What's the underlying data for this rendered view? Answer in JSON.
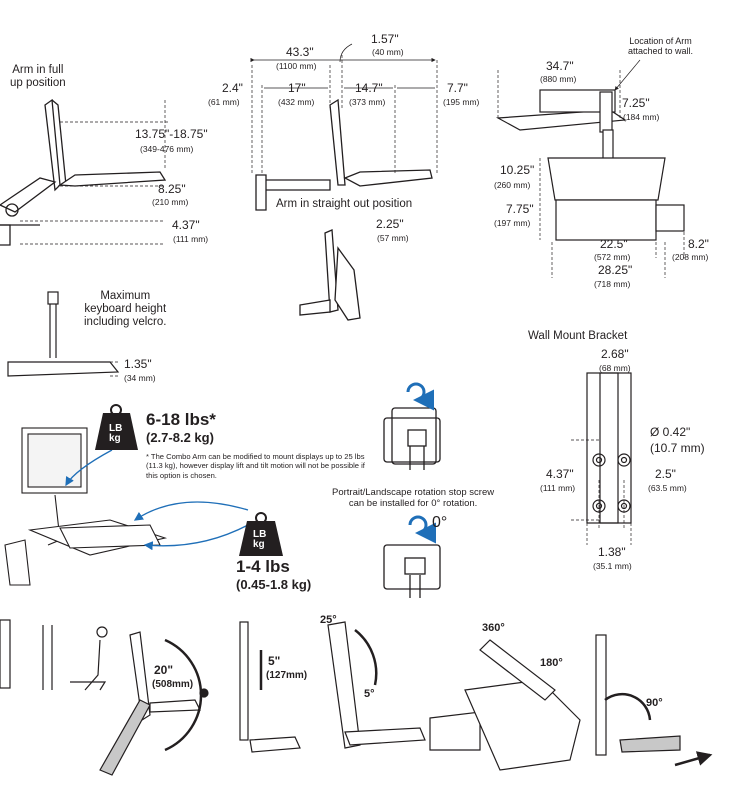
{
  "top_left": {
    "title": "Arm in full up position",
    "title_l1": "Arm in full",
    "title_l2": "up position",
    "d1_in": "13.75\"-18.75\"",
    "d1_mm": "(349-476 mm)",
    "d2_in": "8.25\"",
    "d2_mm": "(210 mm)",
    "d3_in": "4.37\"",
    "d3_mm": "(111 mm)"
  },
  "top_mid": {
    "total_in": "43.3\"",
    "total_mm": "(1100 mm)",
    "top_in": "1.57\"",
    "top_mm": "(40 mm)",
    "a_in": "2.4\"",
    "a_mm": "(61 mm)",
    "b_in": "17\"",
    "b_mm": "(432 mm)",
    "c_in": "14.7\"",
    "c_mm": "(373 mm)",
    "d_in": "7.7\"",
    "d_mm": "(195 mm)",
    "caption": "Arm in straight out position",
    "e_in": "2.25\"",
    "e_mm": "(57 mm)"
  },
  "top_right": {
    "arm_note_l1": "Location of Arm",
    "arm_note_l2": "attached to wall.",
    "w_in": "34.7\"",
    "w_mm": "(880 mm)",
    "h_in": "7.25\"",
    "h_mm": "(184 mm)",
    "a_in": "10.25\"",
    "a_mm": "(260 mm)",
    "b_in": "7.75\"",
    "b_mm": "(197 mm)",
    "c_in": "22.5\"",
    "c_mm": "(572 mm)",
    "d_in": "8.2\"",
    "d_mm": "(208 mm)",
    "e_in": "28.25\"",
    "e_mm": "(718 mm)"
  },
  "keyboard": {
    "label_l1": "Maximum",
    "label_l2": "keyboard height",
    "label_l3": "including velcro.",
    "h_in": "1.35\"",
    "h_mm": "(34 mm)"
  },
  "weights": {
    "icon_text_top": "LB",
    "icon_text_bottom": "kg",
    "display_lbs": "6-18 lbs*",
    "display_kg": "(2.7-8.2 kg)",
    "note": "* The Combo Arm can be modified to mount displays up to 25 lbs (11.3 kg), however display lift and tilt motion will not be possible if this option is chosen.",
    "keyboard_lbs": "1-4 lbs",
    "keyboard_kg": "(0.45-1.8 kg)"
  },
  "rotation": {
    "caption_l1": "Portrait/Landscape rotation stop screw",
    "caption_l2": "can be installed for 0° rotation.",
    "zero_label": "0°"
  },
  "bracket": {
    "title": "Wall Mount Bracket",
    "w_in": "2.68\"",
    "w_mm": "(68 mm)",
    "hole_in": "Ø 0.42\"",
    "hole_mm": "(10.7 mm)",
    "h_in": "4.37\"",
    "h_mm": "(111 mm)",
    "s_in": "2.5\"",
    "s_mm": "(63.5 mm)",
    "b_in": "1.38\"",
    "b_mm": "(35.1 mm)"
  },
  "motion": {
    "lift_in": "20\"",
    "lift_mm": "(508mm)",
    "raise_in": "5\"",
    "raise_mm": "(127mm)",
    "tilt_up": "25°",
    "tilt_down": "5°",
    "rot_a": "360°",
    "rot_b": "180°",
    "swivel": "90°"
  },
  "colors": {
    "ink": "#231f20",
    "dim": "#4a4a4a",
    "accent_blue": "#1f6fb8",
    "gray_fill": "#c8c8c8"
  }
}
